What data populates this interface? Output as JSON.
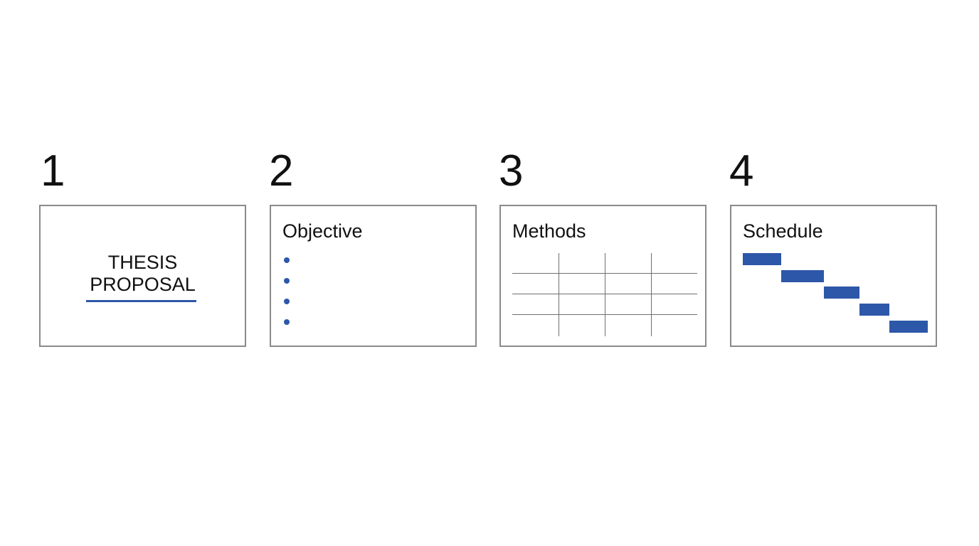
{
  "colors": {
    "accent": "#2d57a8",
    "border": "#8a8a8a",
    "grid": "#6f6f6f"
  },
  "slides": [
    {
      "number": "1",
      "title_lines": [
        "THESIS",
        "PROPOSAL"
      ]
    },
    {
      "number": "2",
      "heading": "Objective",
      "bullet_count": 4
    },
    {
      "number": "3",
      "heading": "Methods"
    },
    {
      "number": "4",
      "heading": "Schedule",
      "task_count": 5
    }
  ]
}
